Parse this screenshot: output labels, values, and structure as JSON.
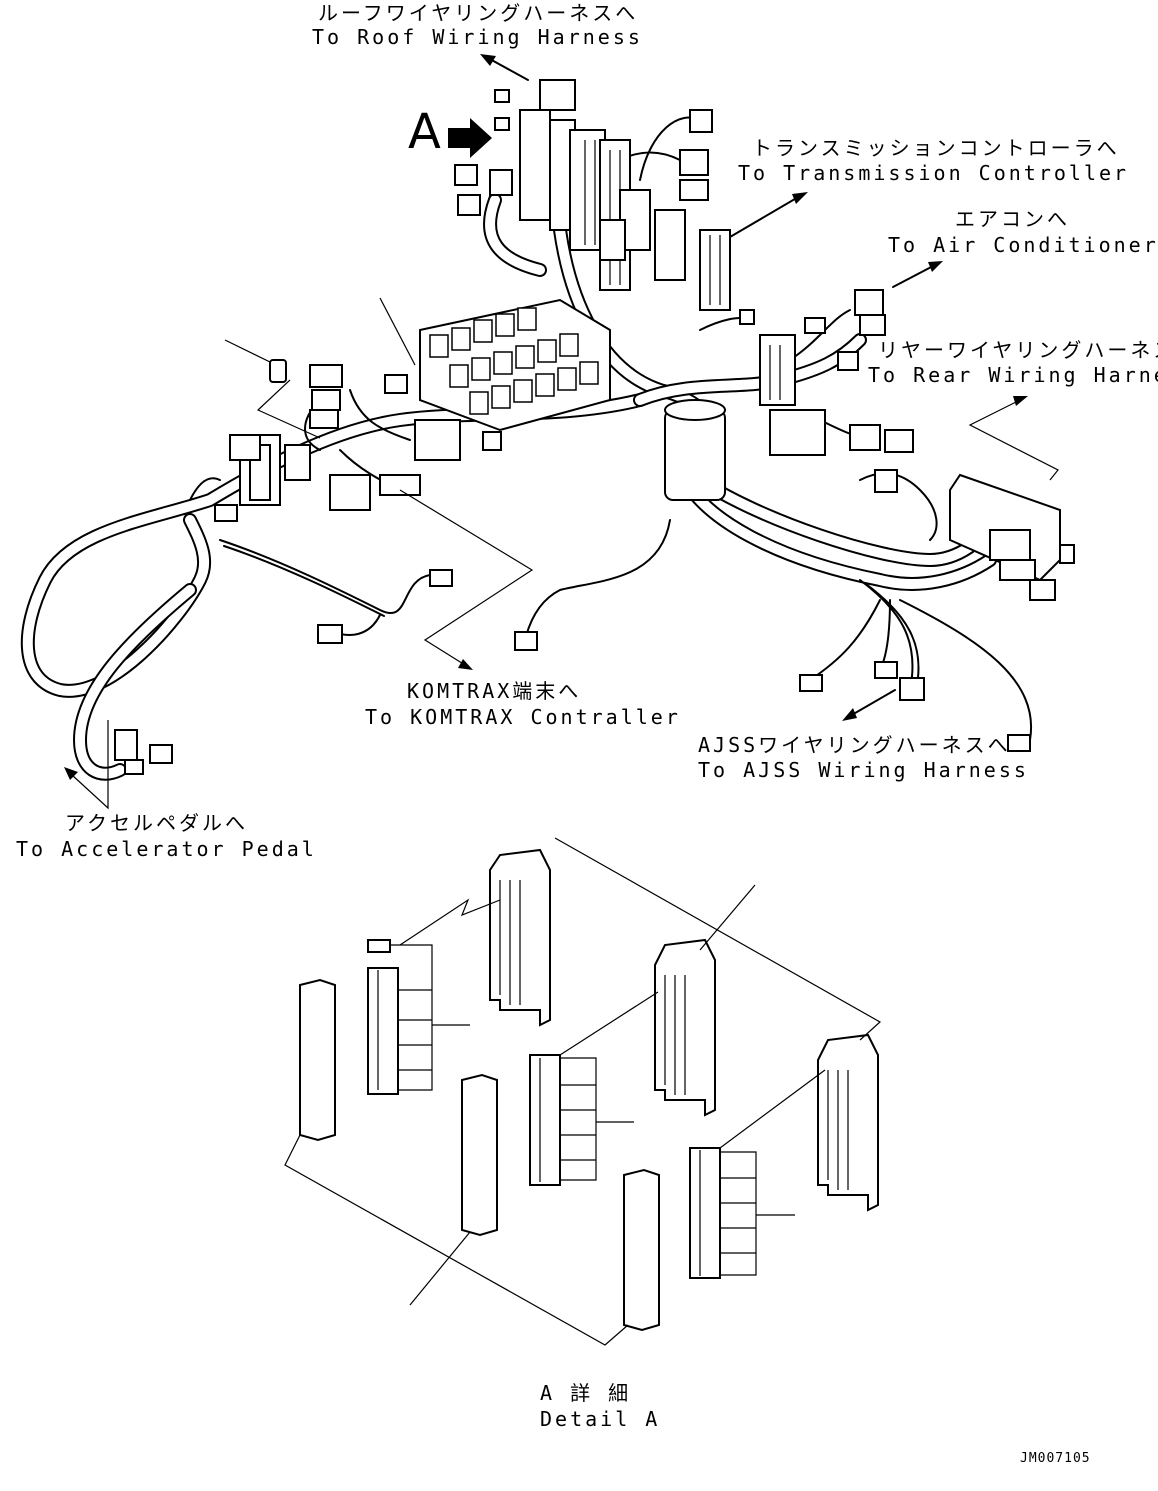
{
  "callout_a": "A",
  "labels": {
    "roof_jp": "ルーフワイヤリングハーネスへ",
    "roof_en": "To Roof Wiring Harness",
    "transmission_jp": "トランスミッションコントローラへ",
    "transmission_en": "To Transmission Controller",
    "aircon_jp": "エアコンへ",
    "aircon_en": "To Air Conditioner",
    "rear_jp": "リヤーワイヤリングハーネスへ",
    "rear_en": "To Rear Wiring Harness",
    "komtrax_jp": "KOMTRAX端末へ",
    "komtrax_en": "To KOMTRAX Contraller",
    "ajss_jp": "AJSSワイヤリングハーネスへ",
    "ajss_en": "To AJSS Wiring Harness",
    "pedal_jp": "アクセルペダルへ",
    "pedal_en": "To Accelerator Pedal",
    "detail_jp": "A 詳 細",
    "detail_en": "Detail A"
  },
  "drawing_code": "JM007105",
  "icons": [
    "arrow-icon",
    "connector-icon",
    "relay-block-icon"
  ]
}
